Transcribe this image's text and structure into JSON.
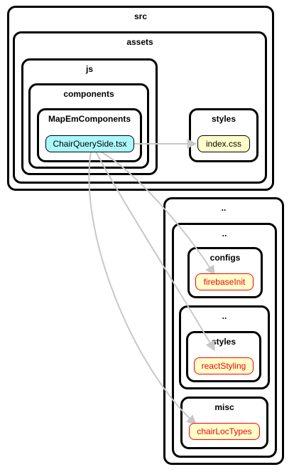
{
  "clusters": {
    "src": "src",
    "assets": "assets",
    "js": "js",
    "components": "components",
    "mapem": "MapEmComponents",
    "styles_assets": "styles",
    "dotdot_outer": "..",
    "dotdot_inner": "..",
    "configs": "configs",
    "dotdot_styles": "..",
    "styles_inner": "styles",
    "misc": "misc"
  },
  "nodes": {
    "chair_query_side": "ChairQuerySide.tsx",
    "index_css": "index.css",
    "firebase_init": "firebaseInit",
    "react_styling": "reactStyling",
    "chair_loc_types": "chairLocTypes"
  },
  "colors": {
    "main_fill": "#aaf7fd",
    "file_fill": "#ffffcc",
    "missing_border": "#ff0000",
    "edge": "#c8c8c8"
  }
}
